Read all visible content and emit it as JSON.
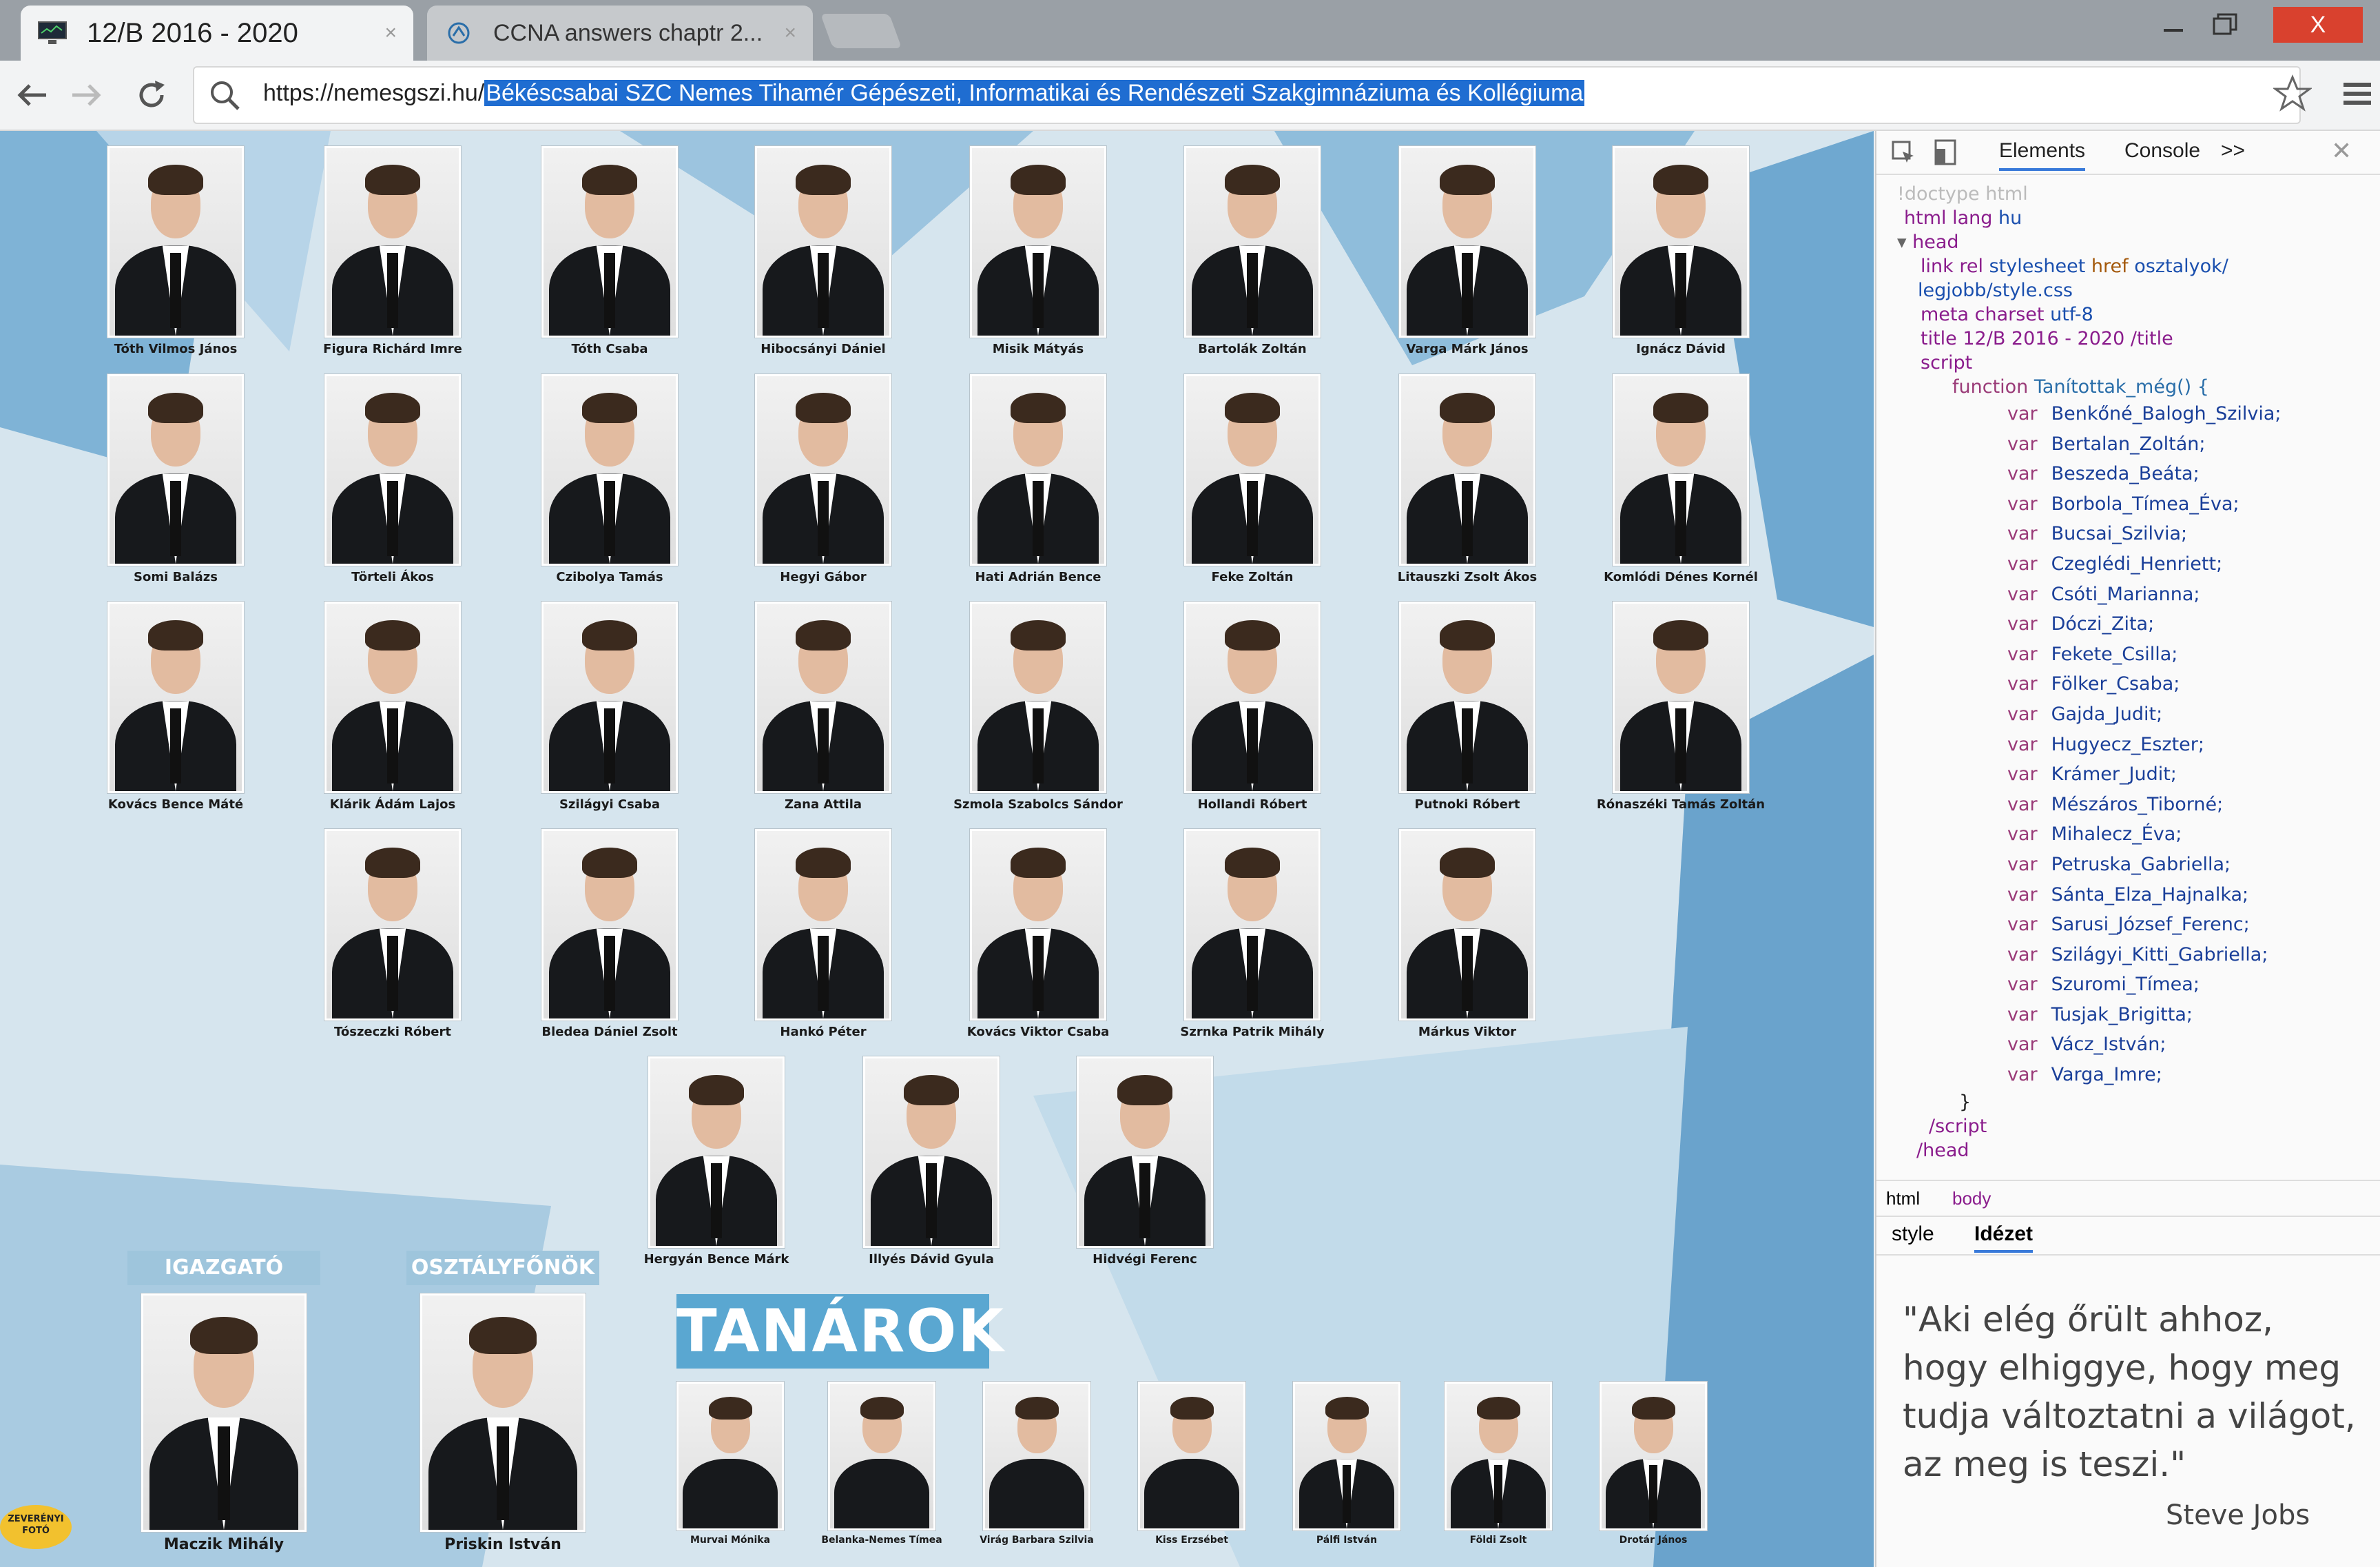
{
  "browser": {
    "tabs": [
      {
        "title": "12/B 2016 - 2020",
        "close": "×"
      },
      {
        "title": "CCNA answers chaptr 2...",
        "close": "×"
      }
    ],
    "window_close_label": "X",
    "url_host": "https://nemesgszi.hu/",
    "url_selected": "Békéscsabai SZC Nemes Tihamér Gépészeti, Informatikai és Rendészeti Szakgimnáziuma és Kollégiuma"
  },
  "tableau": {
    "students_row1": [
      "Tóth Vilmos János",
      "Figura Richárd Imre",
      "Tóth Csaba",
      "Hibocsányi Dániel",
      "Misik Mátyás",
      "Bartolák Zoltán",
      "Varga Márk János",
      "Ignácz Dávid"
    ],
    "students_row2": [
      "Somi Balázs",
      "Törteli Ákos",
      "Czibolya Tamás",
      "Hegyi Gábor",
      "Hati Adrián Bence",
      "Feke Zoltán",
      "Litauszki Zsolt Ákos",
      "Komlódi Dénes Kornél"
    ],
    "students_row3": [
      "Kovács Bence Máté",
      "Klárik Ádám Lajos",
      "Szilágyi Csaba",
      "Zana Attila",
      "Szmola Szabolcs Sándor",
      "Hollandi Róbert",
      "Putnoki Róbert",
      "Rónaszéki Tamás Zoltán"
    ],
    "students_row4": [
      "Tószeczki Róbert",
      "Bledea Dániel Zsolt",
      "Hankó Péter",
      "Kovács Viktor Csaba",
      "Szrnka Patrik Mihály",
      "Márkus Viktor"
    ],
    "students_row5": [
      "Hergyán Bence Márk",
      "Illyés Dávid Gyula",
      "Hidvégi Ferenc"
    ],
    "igazgato_label": "IGAZGATÓ",
    "igazgato_name": "Maczik Mihály",
    "osztalyfonok_label": "OSZTÁLYFŐNÖK",
    "osztalyfonok_name": "Priskin István",
    "tanarok_label": "TANÁROK",
    "teachers": [
      "Murvai Mónika",
      "Belanka-Nemes Tímea",
      "Virág Barbara Szilvia",
      "Kiss Erzsébet",
      "Pálfi István",
      "Földi Zsolt",
      "Drotár János"
    ],
    "photo_logo_line1": "ZEVERÉNYI",
    "photo_logo_line2": "FOTÓ"
  },
  "devtools": {
    "tabs": {
      "elements": "Elements",
      "console": "Console",
      "more": ">>"
    },
    "code": {
      "doctype": "!doctype html",
      "html_open": "html lang",
      "html_lang": "hu",
      "head": "head",
      "link_rel": "link rel",
      "link_rel_val": "stylesheet",
      "link_href": "href",
      "link_href_val": "osztalyok/",
      "link_href_val2": "legjobb/style.css",
      "meta": "meta charset",
      "meta_val": "utf-8",
      "title_line": "title 12/B 2016 - 2020 /title",
      "script": "script",
      "function_kw": "function",
      "function_name": "Tanítottak_még() {",
      "var_kw": "var",
      "vars": [
        "Benkőné_Balogh_Szilvia;",
        "Bertalan_Zoltán;",
        "Beszeda_Beáta;",
        "Borbola_Tímea_Éva;",
        "Bucsai_Szilvia;",
        "Czeglédi_Henriett;",
        "Csóti_Marianna;",
        "Dóczi_Zita;",
        "Fekete_Csilla;",
        "Fölker_Csaba;",
        "Gajda_Judit;",
        "Hugyecz_Eszter;",
        "Krámer_Judit;",
        "Mészáros_Tiborné;",
        "Mihalecz_Éva;",
        "Petruska_Gabriella;",
        "Sánta_Elza_Hajnalka;",
        "Sarusi_József_Ferenc;",
        "Szilágyi_Kitti_Gabriella;",
        "Szuromi_Tímea;",
        "Tusjak_Brigitta;",
        "Vácz_István;",
        "Varga_Imre;"
      ],
      "close_brace": "}",
      "script_close": "/script",
      "head_close": "/head"
    },
    "breadcrumbs": [
      "html",
      "body"
    ],
    "panel_tabs": {
      "style": "style",
      "quote": "Idézet"
    },
    "quote": "\"Aki elég őrült ahhoz, hogy elhiggye, hogy meg tudja változtatni a világot, az meg is teszi.\"",
    "quote_author": "Steve Jobs"
  }
}
